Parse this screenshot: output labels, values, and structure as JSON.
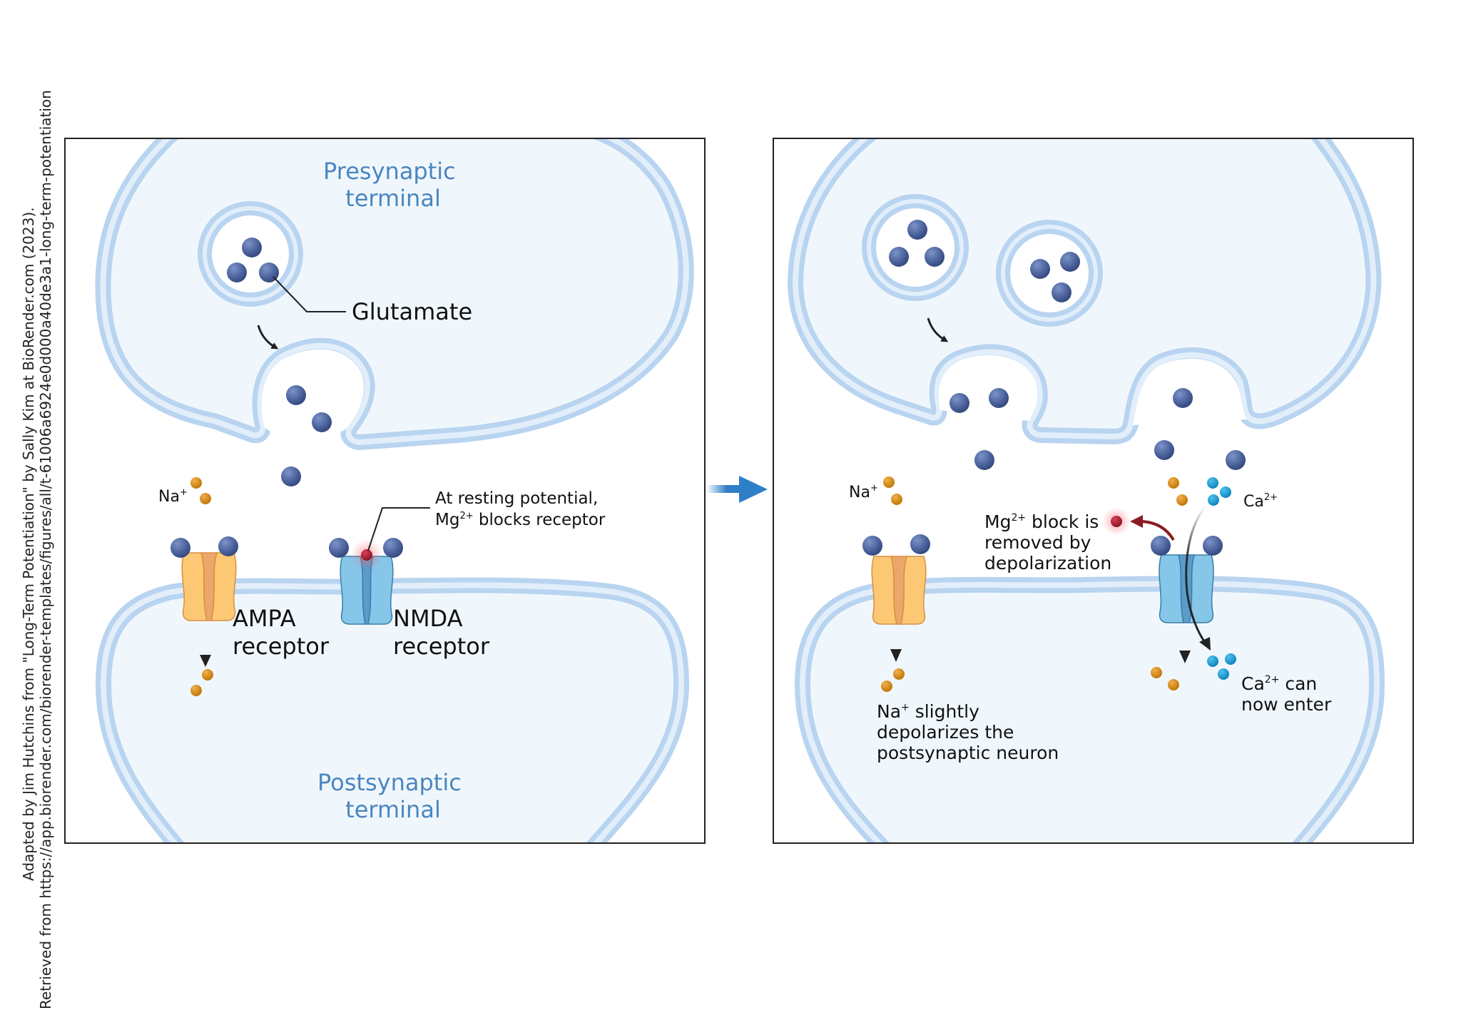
{
  "credit": {
    "line1": "Adapted by Jim Hutchins from \"Long-Term Potentiation\" by Sally Kim at BioRender.com (2023).",
    "line2": "Retrieved from https://app.biorender.com/biorender-templates/figures/all/t-61006a6924e0d000a40de3a1-long-term-potentiation"
  },
  "colors": {
    "membrane": "#b8d4f0",
    "cytoplasm": "#f0f7fc",
    "glutamate": "#4f66a0",
    "sodium": "#d4880f",
    "calcium": "#1a9fd6",
    "magnesium": "#b02035",
    "ampa": "#fcc874",
    "nmda": "#86c6e8",
    "accent_arrow": "#2f7fc8",
    "label_blue": "#4a86c0"
  },
  "left_panel": {
    "presynaptic_label": [
      "Presynaptic",
      "terminal"
    ],
    "postsynaptic_label": [
      "Postsynaptic",
      "terminal"
    ],
    "glutamate_label": "Glutamate",
    "na_label": "Na",
    "na_sup": "+",
    "ampa_label": [
      "AMPA",
      "receptor"
    ],
    "nmda_label": [
      "NMDA",
      "receptor"
    ],
    "mg_note": {
      "line1": "At resting potential,",
      "line2_pre": "Mg",
      "line2_sup": "2+",
      "line2_post": " blocks receptor"
    }
  },
  "transition_arrow": "right-arrow",
  "right_panel": {
    "na_label": "Na",
    "na_sup": "+",
    "ca_label": "Ca",
    "ca_sup": "2+",
    "mg_note": {
      "line1_pre": "Mg",
      "line1_sup": "2+",
      "line1_post": " block is",
      "line2": "removed by",
      "line3": "depolarization"
    },
    "na_note": {
      "line1_pre": "Na",
      "line1_sup": "+",
      "line1_post": " slightly",
      "line2": "depolarizes the",
      "line3": "postsynaptic neuron"
    },
    "ca_note": {
      "line1_pre": "Ca",
      "line1_sup": "2+",
      "line1_post": " can",
      "line2": "now enter"
    }
  }
}
